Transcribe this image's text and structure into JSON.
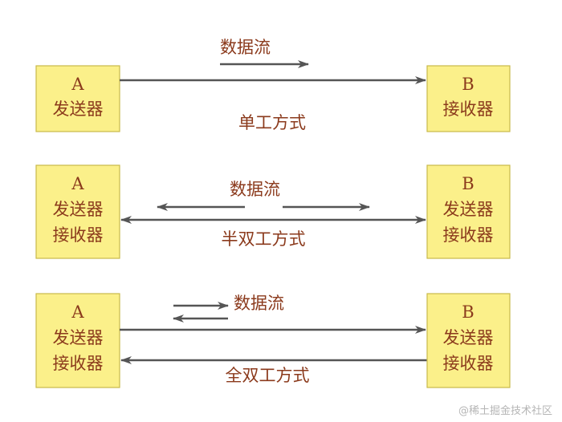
{
  "simplex": {
    "sender": {
      "letter": "A",
      "role": "发送器"
    },
    "receiver": {
      "letter": "B",
      "role": "接收器"
    },
    "flow_label": "数据流",
    "mode_label": "单工方式"
  },
  "half_duplex": {
    "left": {
      "letter": "A",
      "role1": "发送器",
      "role2": "接收器"
    },
    "right": {
      "letter": "B",
      "role1": "发送器",
      "role2": "接收器"
    },
    "flow_label": "数据流",
    "mode_label": "半双工方式"
  },
  "full_duplex": {
    "left": {
      "letter": "A",
      "role1": "发送器",
      "role2": "接收器"
    },
    "right": {
      "letter": "B",
      "role1": "发送器",
      "role2": "接收器"
    },
    "flow_label": "数据流",
    "mode_label": "全双工方式"
  },
  "watermark": "@稀土掘金技术社区",
  "colors": {
    "box_fill": "#fbf08a",
    "text": "#8b3a1c",
    "arrow": "#555555"
  }
}
